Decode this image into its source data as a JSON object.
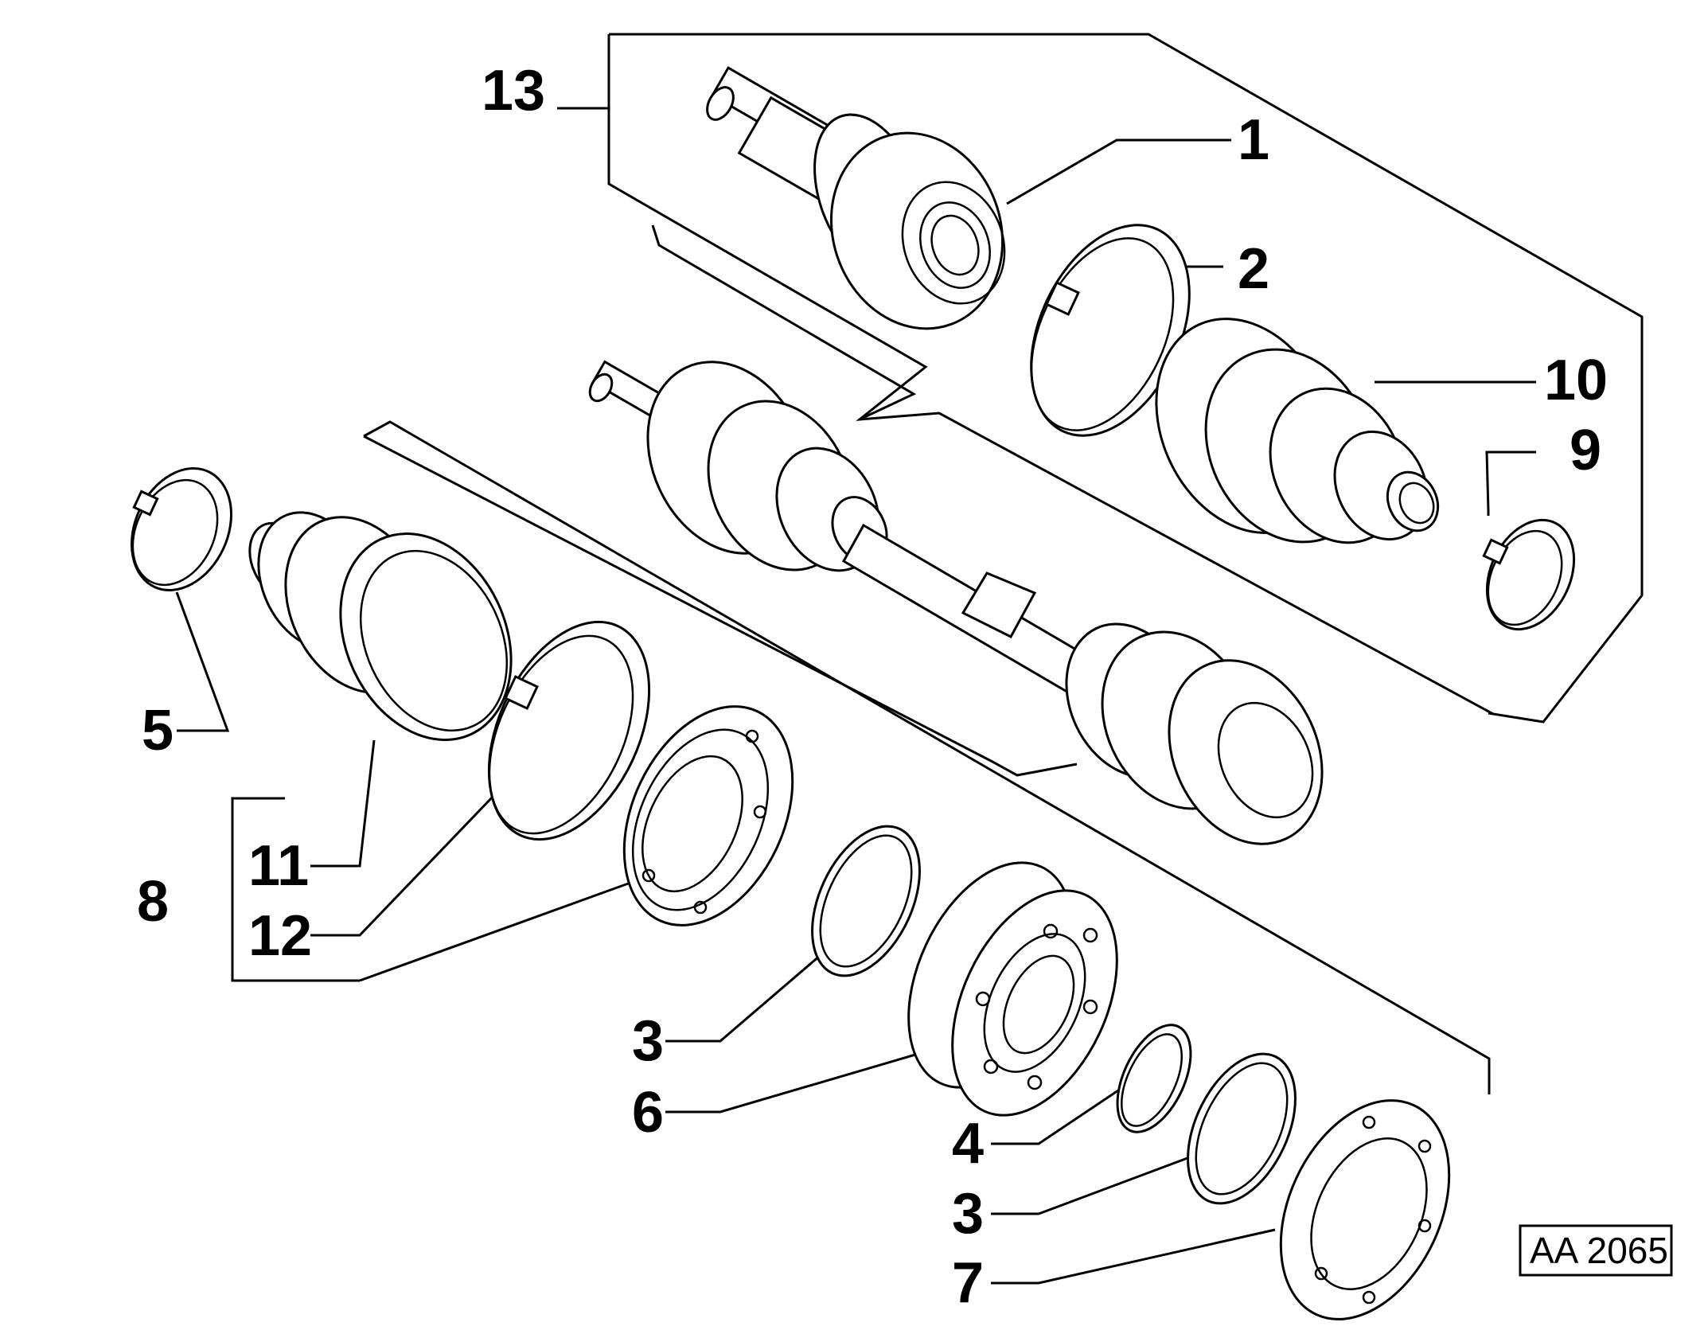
{
  "callouts": {
    "c1": "1",
    "c2": "2",
    "c3a": "3",
    "c3b": "3",
    "c4": "4",
    "c5": "5",
    "c6": "6",
    "c7": "7",
    "c8": "8",
    "c9": "9",
    "c10": "10",
    "c11": "11",
    "c12": "12",
    "c13": "13"
  },
  "reference_code": "AA 2065"
}
